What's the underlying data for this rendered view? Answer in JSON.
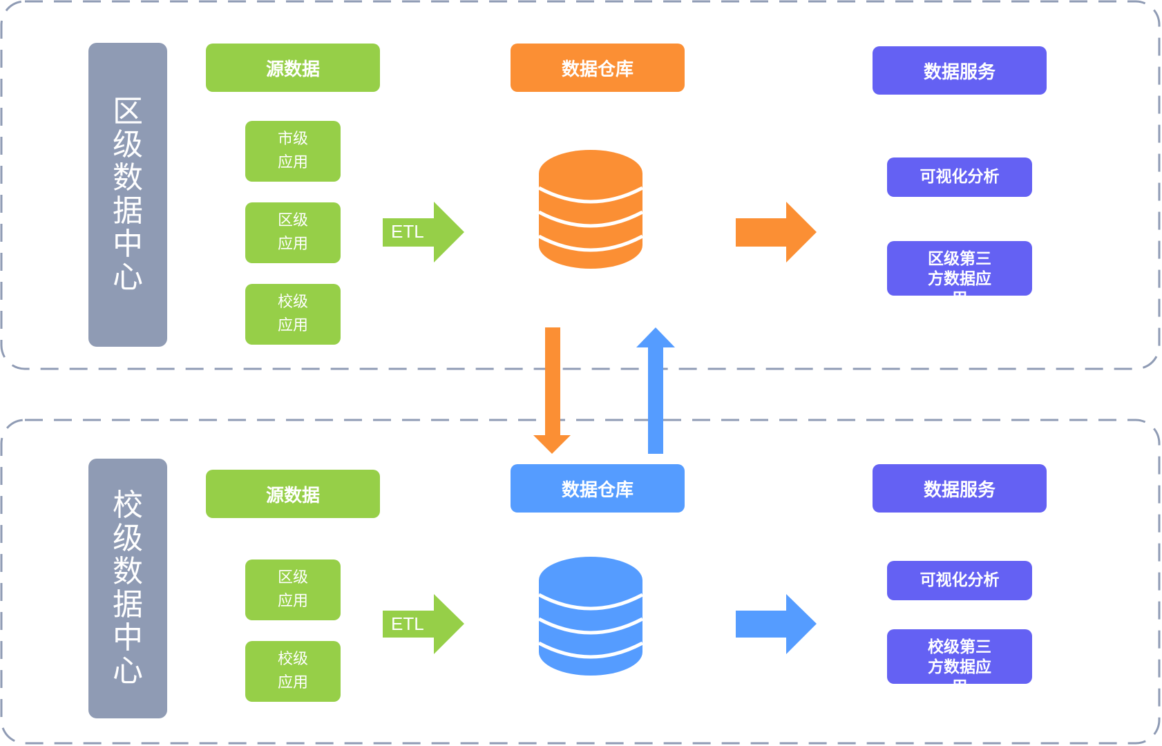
{
  "district": {
    "title": "区级数据中心",
    "source_header": "源数据",
    "sources": [
      "市级\n应用",
      "区级\n应用",
      "校级\n应用"
    ],
    "etl": "ETL",
    "warehouse_header": "数据仓库",
    "service_header": "数据服务",
    "services": [
      "可视化分析",
      "区级第三方数据应用"
    ]
  },
  "school": {
    "title": "校级数据中心",
    "source_header": "源数据",
    "sources": [
      "区级\n应用",
      "校级\n应用"
    ],
    "etl": "ETL",
    "warehouse_header": "数据仓库",
    "service_header": "数据服务",
    "services": [
      "可视化分析",
      "校级第三方数据应用"
    ]
  },
  "colors": {
    "source": "#96cf48",
    "district_warehouse": "#fb8f34",
    "school_warehouse": "#559cff",
    "service": "#6461f3",
    "side_panel": "#8f9bb4",
    "dashed_border": "#8f9bb4"
  }
}
